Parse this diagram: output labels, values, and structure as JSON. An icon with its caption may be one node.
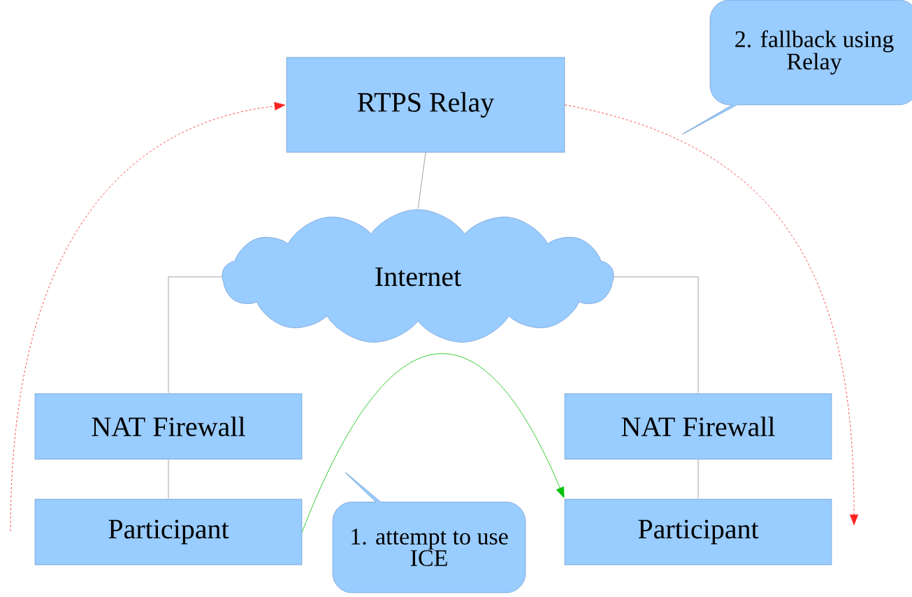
{
  "diagram": {
    "nodes": [
      {
        "text": [
          "RTPS Relay"
        ]
      },
      {
        "text": [
          "Internet"
        ]
      },
      {
        "text": [
          "NAT Firewall"
        ]
      },
      {
        "text": [
          "Participant"
        ]
      },
      {
        "text": [
          "NAT Firewall"
        ]
      },
      {
        "text": [
          "Participant"
        ]
      },
      {
        "text": [
          "1. attempt to use ICE"
        ]
      },
      {
        "text": [
          "2. fallback using Relay"
        ]
      }
    ],
    "edges": [
      {
        "from": 0,
        "to": 1,
        "arrow": "none"
      },
      {
        "from": 1,
        "to": 2,
        "arrow": "none"
      },
      {
        "from": 1,
        "to": 4,
        "arrow": "none"
      },
      {
        "from": 2,
        "to": 3,
        "arrow": "none"
      },
      {
        "from": 4,
        "to": 5,
        "arrow": "none"
      },
      {
        "from": 3,
        "to": 5,
        "arrow": "to",
        "color": "#00c000"
      },
      {
        "from": null,
        "to": 0,
        "arrow": "to",
        "style": "dashed",
        "color": "#ff2020"
      },
      {
        "from": 0,
        "to": null,
        "arrow": "to",
        "style": "dashed",
        "color": "#ff2020"
      }
    ]
  }
}
